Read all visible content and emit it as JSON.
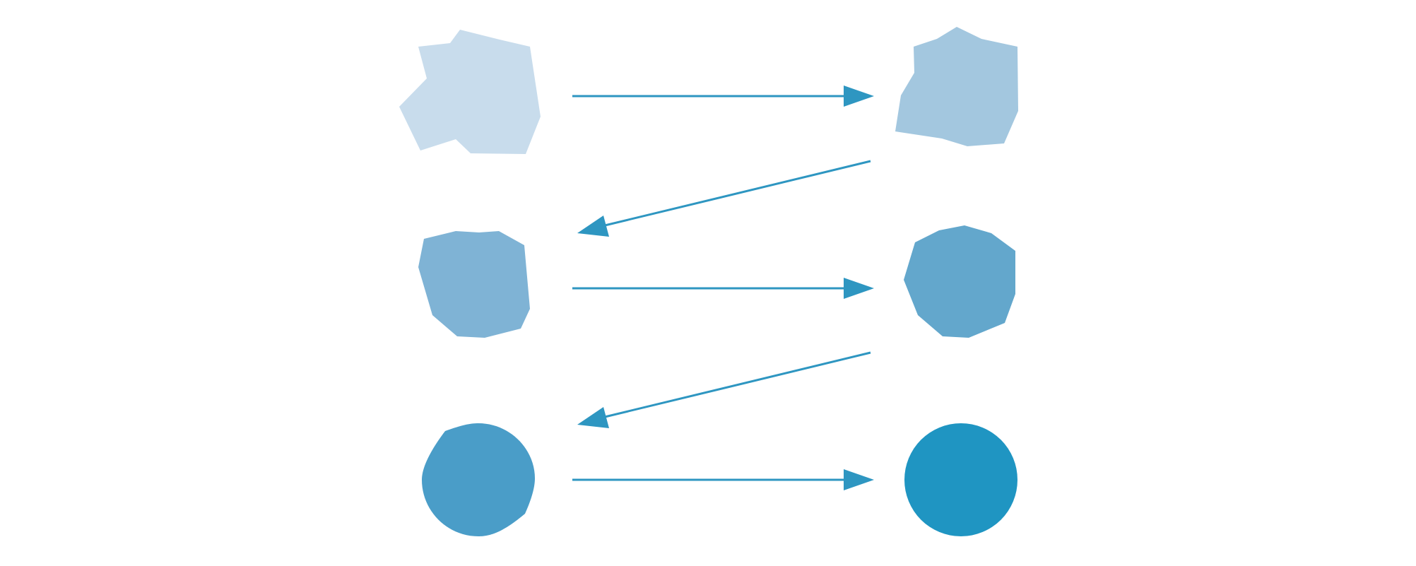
{
  "diagram": {
    "type": "shape-morph-sequence",
    "stages": [
      {
        "id": "stage-1",
        "form": "irregular-polygon",
        "color": "#c8dcec"
      },
      {
        "id": "stage-2",
        "form": "irregular-polygon",
        "color": "#a3c7df"
      },
      {
        "id": "stage-3",
        "form": "irregular-polygon",
        "color": "#7fb3d5"
      },
      {
        "id": "stage-4",
        "form": "irregular-polygon",
        "color": "#63a7cc"
      },
      {
        "id": "stage-5",
        "form": "rounded-blob",
        "color": "#4a9dc8"
      },
      {
        "id": "stage-6",
        "form": "circle",
        "color": "#1f95c2"
      }
    ],
    "arrows": [
      {
        "from": "stage-1",
        "to": "stage-2",
        "direction": "right"
      },
      {
        "from": "stage-2",
        "to": "stage-3",
        "direction": "down-left"
      },
      {
        "from": "stage-3",
        "to": "stage-4",
        "direction": "right"
      },
      {
        "from": "stage-4",
        "to": "stage-5",
        "direction": "down-left"
      },
      {
        "from": "stage-5",
        "to": "stage-6",
        "direction": "right"
      }
    ],
    "arrow_color": "#2e96c1"
  }
}
